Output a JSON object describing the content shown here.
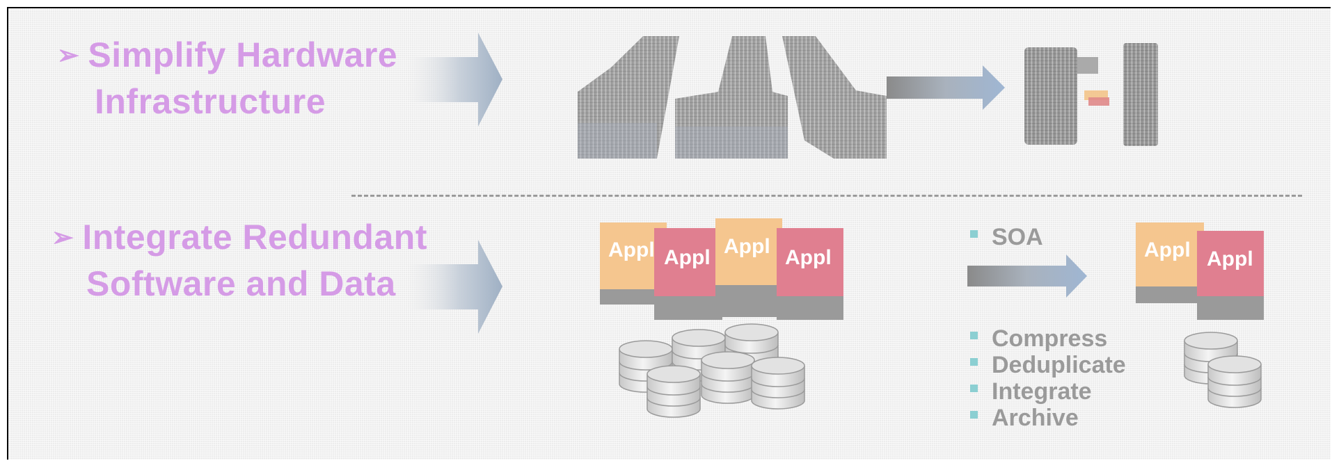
{
  "headings": {
    "hardware": {
      "marker": "➢",
      "line1": "Simplify Hardware",
      "line2": "Infrastructure"
    },
    "software": {
      "marker": "➢",
      "line1": "Integrate Redundant",
      "line2": "Software and Data"
    }
  },
  "app_label": "Appl",
  "soa_label": "SOA",
  "process_steps": [
    "Compress",
    "Deduplicate",
    "Integrate",
    "Archive"
  ],
  "colors": {
    "heading": "#d59be6",
    "app_orange": "#f5c68f",
    "app_red": "#e07f90",
    "arrow": "#b8c7dc",
    "bullet": "#8ccfd2"
  }
}
